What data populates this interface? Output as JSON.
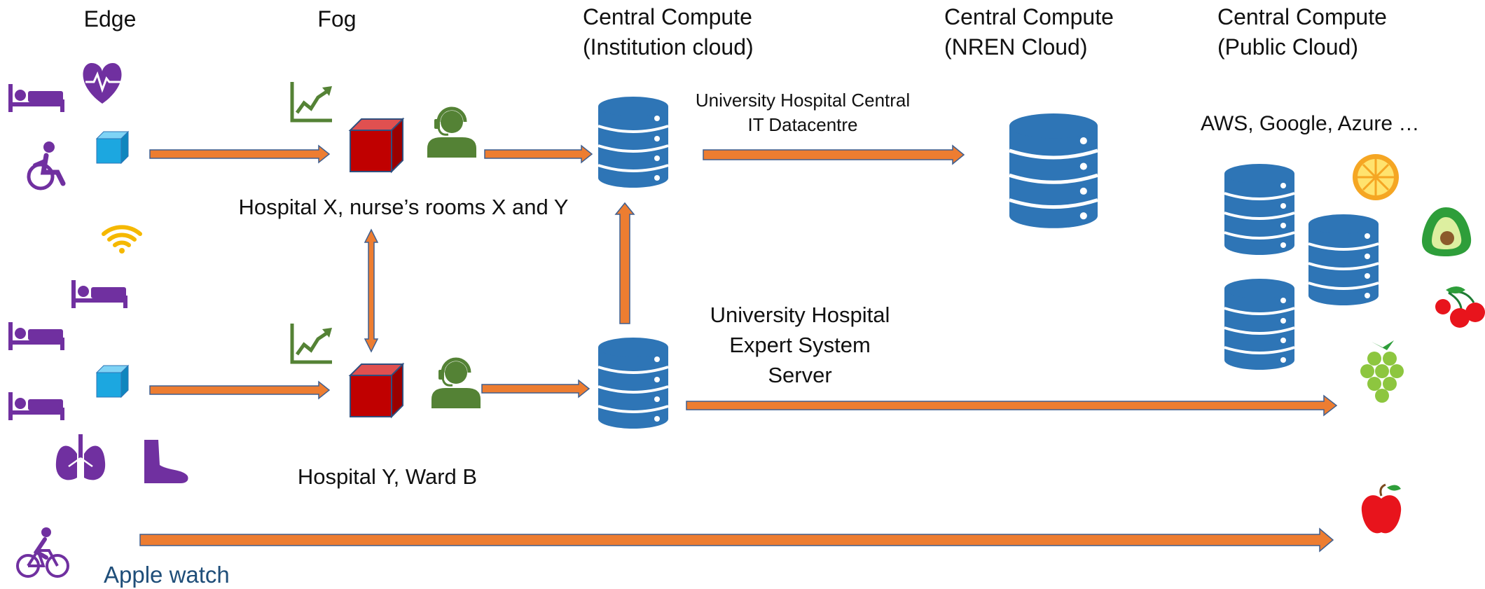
{
  "headers": {
    "edge": "Edge",
    "fog": "Fog",
    "institution_line1": "Central Compute",
    "institution_line2": "(Institution cloud)",
    "nren_line1": "Central Compute",
    "nren_line2": "(NREN Cloud)",
    "public_line1": "Central Compute",
    "public_line2": "(Public Cloud)"
  },
  "labels": {
    "hospital_x": "Hospital X, nurse’s rooms X and Y",
    "hospital_y": "Hospital Y, Ward B",
    "datacentre_line1": "University Hospital Central",
    "datacentre_line2": "IT Datacentre",
    "expert_line1": "University Hospital",
    "expert_line2": "Expert System",
    "expert_line3": "Server",
    "public_providers": "AWS, Google, Azure …",
    "apple_watch": "Apple watch"
  },
  "colors": {
    "arrow_fill": "#ED7D31",
    "arrow_stroke": "#3F5F8F",
    "database": "#2E75B6",
    "edge_icon": "#7030A0",
    "cube_blue": "#1CA7E0",
    "cube_red": "#C00000",
    "operator_green": "#548235",
    "chart_green": "#548235",
    "wifi_yellow": "#F5B800",
    "apple_watch_text": "#1F4E79"
  },
  "icons": [
    "bed-icon",
    "heart-monitor-icon",
    "wheelchair-icon",
    "cube-icon",
    "wifi-icon",
    "lungs-icon",
    "foot-icon",
    "bicycle-icon",
    "trend-chart-icon",
    "server-cube-icon",
    "operator-headset-icon",
    "database-icon",
    "orange-icon",
    "avocado-icon",
    "cherries-icon",
    "grapes-icon",
    "apple-icon"
  ]
}
